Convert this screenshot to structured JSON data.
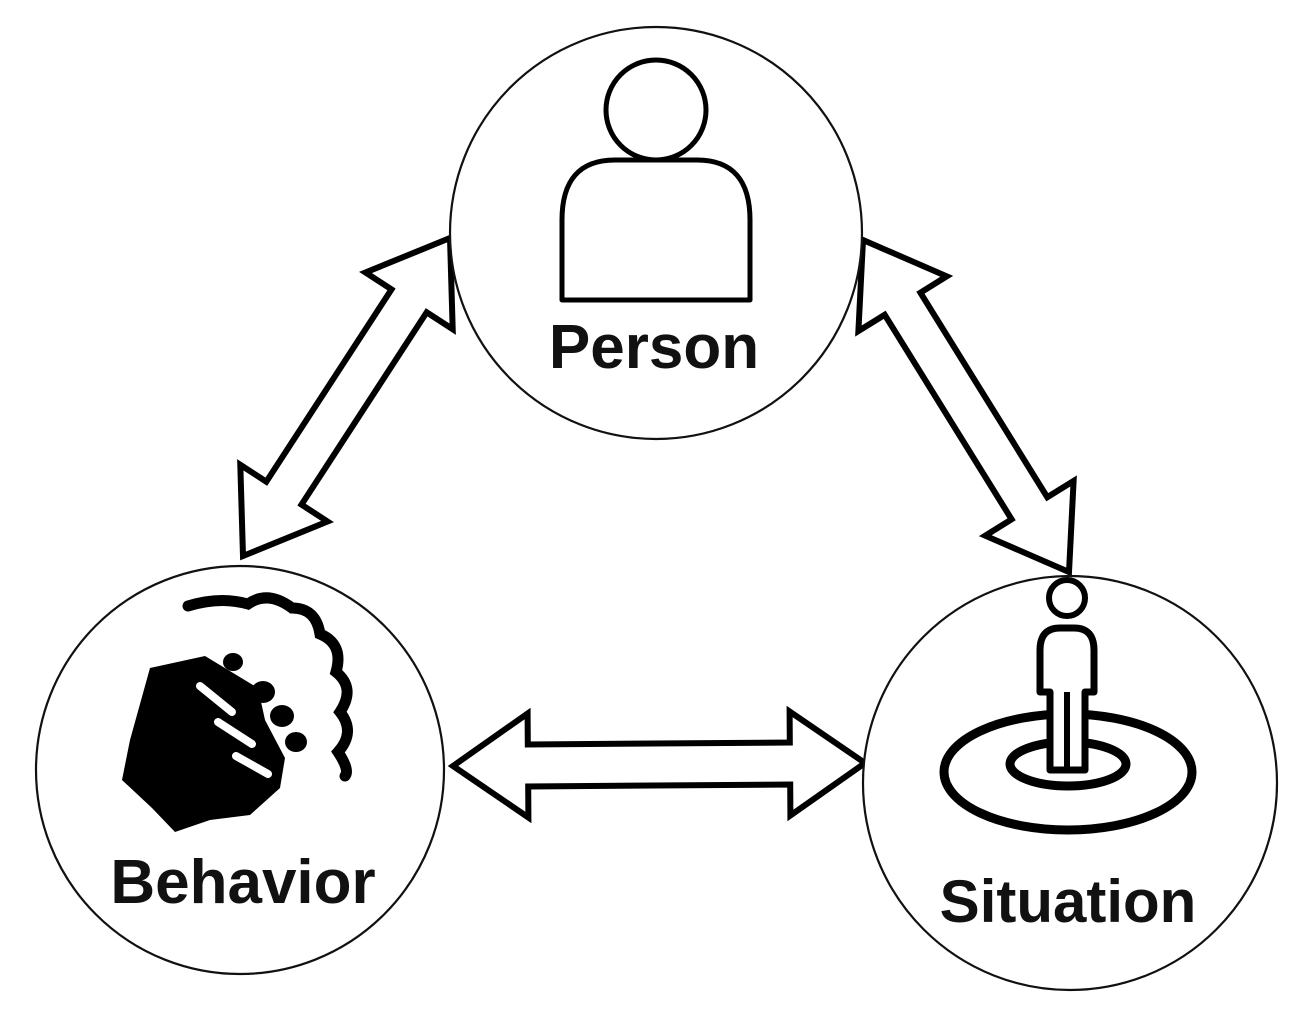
{
  "diagram": {
    "nodes": {
      "person": {
        "label": "Person",
        "icon": "person-icon"
      },
      "behavior": {
        "label": "Behavior",
        "icon": "fist-icon"
      },
      "situation": {
        "label": "Situation",
        "icon": "person-on-target-icon"
      }
    },
    "connections": [
      {
        "from": "person",
        "to": "behavior",
        "direction": "bidirectional"
      },
      {
        "from": "person",
        "to": "situation",
        "direction": "bidirectional"
      },
      {
        "from": "behavior",
        "to": "situation",
        "direction": "bidirectional"
      }
    ],
    "colors": {
      "stroke": "#000000",
      "fill": "#ffffff"
    }
  }
}
